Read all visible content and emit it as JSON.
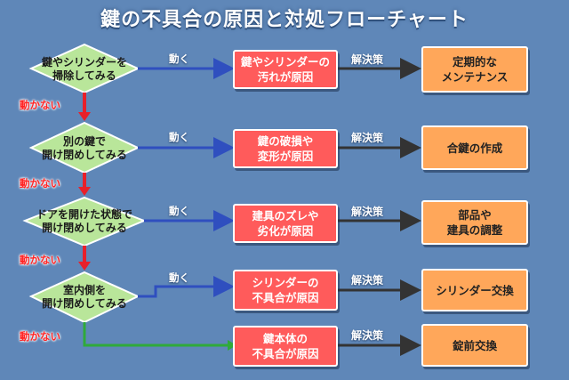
{
  "title": "鍵の不具合の原因と対処フローチャート",
  "labels": {
    "moves": "動く",
    "not_moves": "動かない",
    "solution": "解決策"
  },
  "steps": [
    {
      "check": [
        "鍵やシリンダーを",
        "掃除してみる"
      ],
      "cause": [
        "鍵やシリンダーの",
        "汚れが原因"
      ],
      "solution": [
        "定期的な",
        "メンテナンス"
      ]
    },
    {
      "check": [
        "別の鍵で",
        "開け閉めしてみる"
      ],
      "cause": [
        "鍵の破損や",
        "変形が原因"
      ],
      "solution": [
        "合鍵の作成"
      ]
    },
    {
      "check": [
        "ドアを開けた状態で",
        "開け閉めしてみる"
      ],
      "cause": [
        "建具のズレや",
        "劣化が原因"
      ],
      "solution": [
        "部品や",
        "建具の調整"
      ]
    },
    {
      "check": [
        "室内側を",
        "開け閉めしてみる"
      ],
      "cause": [
        "シリンダーの",
        "不具合が原因"
      ],
      "solution": [
        "シリンダー交換"
      ]
    },
    {
      "check": [],
      "cause": [
        "鍵本体の",
        "不具合が原因"
      ],
      "solution": [
        "錠前交換"
      ]
    }
  ],
  "colors": {
    "background": "#5f87b8",
    "diamond": "#b9e69a",
    "cause_box": "#ff5b5b",
    "solution_box": "#ffa75a",
    "moves_arrow": "#2f4fbf",
    "not_moves_arrow": "#e8202a",
    "solution_arrow": "#333333",
    "green_flow": "#2faa3a"
  }
}
